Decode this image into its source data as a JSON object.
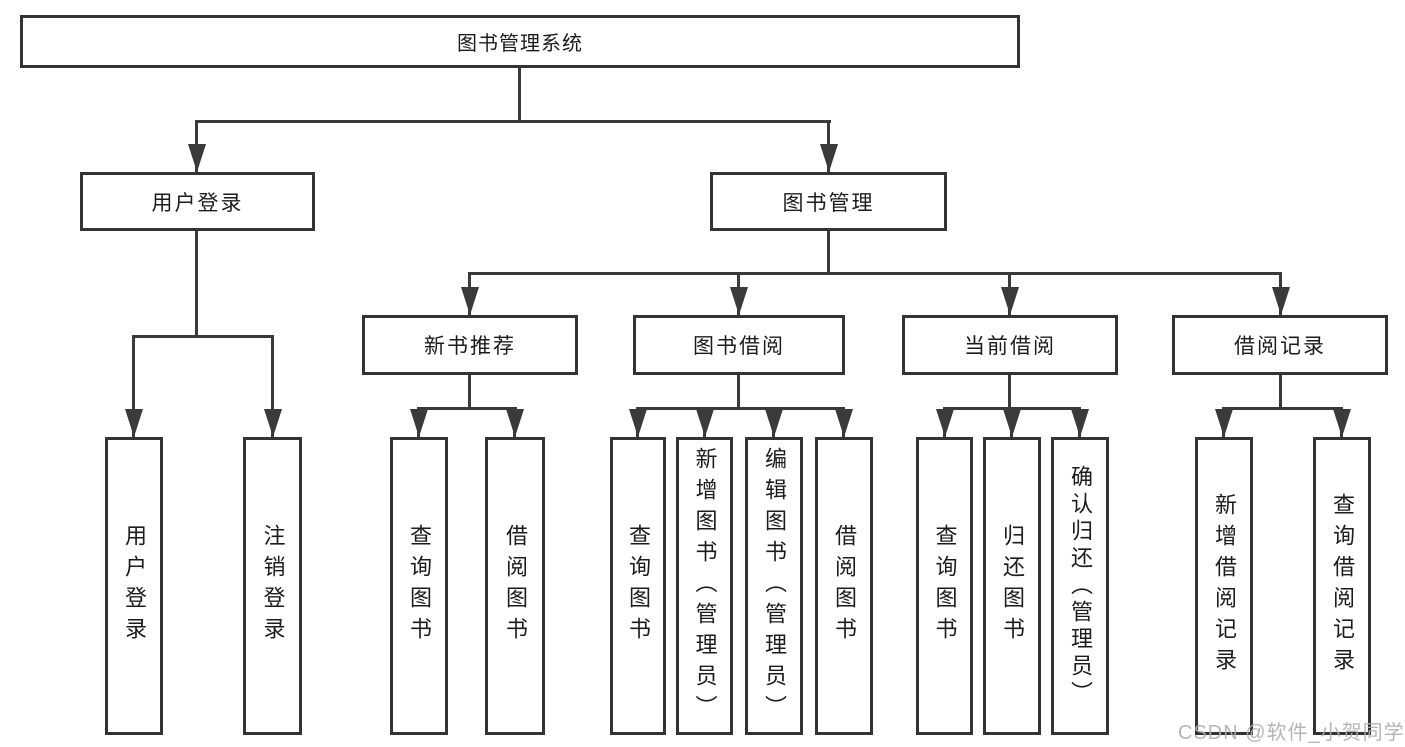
{
  "diagram_title": "图书管理系统",
  "colors": {
    "background": "#ffffff",
    "box_border": "#333333",
    "connector": "#3a3a3a",
    "text": "#1c1c1c",
    "watermark": "#aeaeae"
  },
  "tree": {
    "label": "图书管理系统",
    "children": [
      {
        "label": "用户登录",
        "children": [
          {
            "label": "用户登录"
          },
          {
            "label": "注销登录"
          }
        ]
      },
      {
        "label": "图书管理",
        "children": [
          {
            "label": "新书推荐",
            "children": [
              {
                "label": "查询图书"
              },
              {
                "label": "借阅图书"
              }
            ]
          },
          {
            "label": "图书借阅",
            "children": [
              {
                "label": "查询图书"
              },
              {
                "label": "新增图书（管理员）"
              },
              {
                "label": "编辑图书（管理员）"
              },
              {
                "label": "借阅图书"
              }
            ]
          },
          {
            "label": "当前借阅",
            "children": [
              {
                "label": "查询图书"
              },
              {
                "label": "归还图书"
              },
              {
                "label": "确认归还（管理员）"
              }
            ]
          },
          {
            "label": "借阅记录",
            "children": [
              {
                "label": "新增借阅记录"
              },
              {
                "label": "查询借阅记录"
              }
            ]
          }
        ]
      }
    ]
  },
  "watermark": "CSDN @软件_小贺同学"
}
